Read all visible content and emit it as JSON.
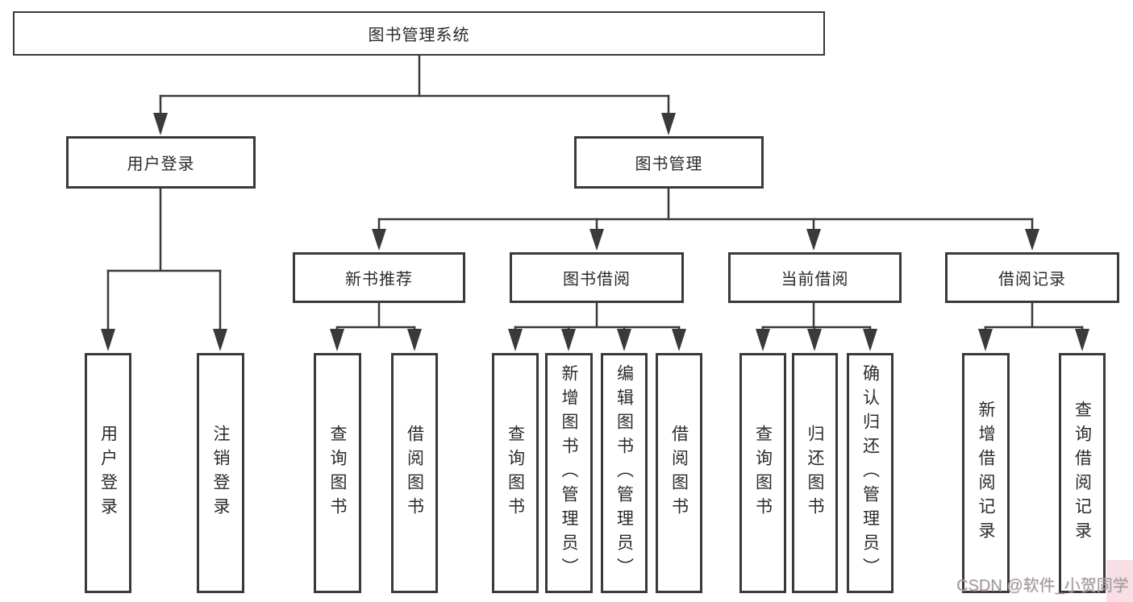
{
  "colors": {
    "line": "#3a3a3a",
    "box_border": "#3a3a3a",
    "box_fill": "#ffffff",
    "text": "#2b2b2b",
    "watermark_text": "#9c9c9c",
    "corner_accent": "#f3c4d0"
  },
  "diagram": {
    "root": {
      "label": "图书管理系统"
    },
    "level2": {
      "user_login": {
        "label": "用户登录"
      },
      "book_mgmt": {
        "label": "图书管理"
      }
    },
    "level3": {
      "new_books": {
        "label": "新书推荐"
      },
      "borrowing": {
        "label": "图书借阅"
      },
      "current": {
        "label": "当前借阅"
      },
      "records": {
        "label": "借阅记录"
      }
    },
    "leaves": {
      "login": {
        "label": "用户登录"
      },
      "logout": {
        "label": "注销登录"
      },
      "nb_query": {
        "label": "查询图书"
      },
      "nb_borrow": {
        "label": "借阅图书"
      },
      "bw_query": {
        "label": "查询图书"
      },
      "bw_add": {
        "label": "新增图书（管理员）"
      },
      "bw_edit": {
        "label": "编辑图书（管理员）"
      },
      "bw_borrow": {
        "label": "借阅图书"
      },
      "cur_query": {
        "label": "查询图书"
      },
      "cur_return": {
        "label": "归还图书"
      },
      "cur_confirm": {
        "label": "确认归还（管理员）"
      },
      "rec_add": {
        "label": "新增借阅记录"
      },
      "rec_query": {
        "label": "查询借阅记录"
      }
    }
  },
  "watermark": {
    "text": "CSDN @软件_小贺同学"
  }
}
